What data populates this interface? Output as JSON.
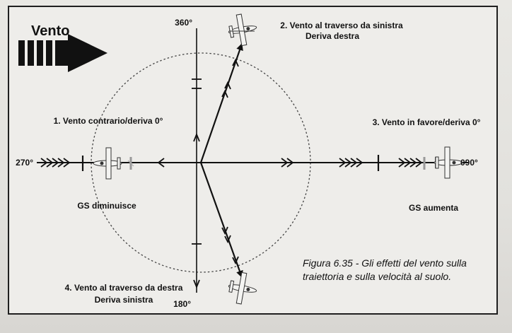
{
  "wind": {
    "title": "Vento"
  },
  "compass": {
    "north": "360°",
    "east": "090°",
    "south": "180°",
    "west": "270°"
  },
  "cases": [
    {
      "line1": "1. Vento contrario/deriva 0°",
      "line2": ""
    },
    {
      "line1": "2. Vento al traverso da sinistra",
      "line2": "Deriva destra"
    },
    {
      "line1": "3. Vento in favore/deriva 0°",
      "line2": ""
    },
    {
      "line1": "4. Vento al traverso da destra",
      "line2": "Deriva sinistra"
    }
  ],
  "groundspeed": {
    "decrease": "GS diminuisce",
    "increase": "GS aumenta"
  },
  "caption": {
    "label": "Figura 6.35",
    "text": " - Gli effetti del vento sulla",
    "line2": "traiettoria e sulla velocità al suolo."
  },
  "colors": {
    "ink": "#111111",
    "background": "#eeedea",
    "frame": "#1f1f1f"
  }
}
